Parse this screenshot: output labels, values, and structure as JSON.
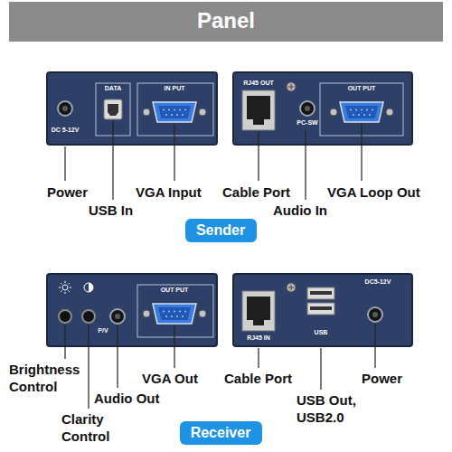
{
  "diagram": {
    "title": "Panel",
    "nodes": [
      {
        "text": [
          "Sender"
        ]
      },
      {
        "text": [
          "Receiver"
        ]
      }
    ],
    "labels": [
      "Power",
      "USB In",
      "VGA Input",
      "Cable Port",
      "Audio In",
      "VGA Loop Out",
      "DC 5-12V",
      "DATA",
      "IN PUT",
      "RJ45 OUT",
      "PC-SW",
      "OUT PUT",
      "Brightness Control",
      "Clarity Control",
      "Audio Out",
      "VGA Out",
      "Cable Port",
      "USB Out, USB2.0",
      "Power",
      "P/V",
      "OUT PUT",
      "RJ45 IN",
      "USB",
      "DC5-12V"
    ]
  }
}
